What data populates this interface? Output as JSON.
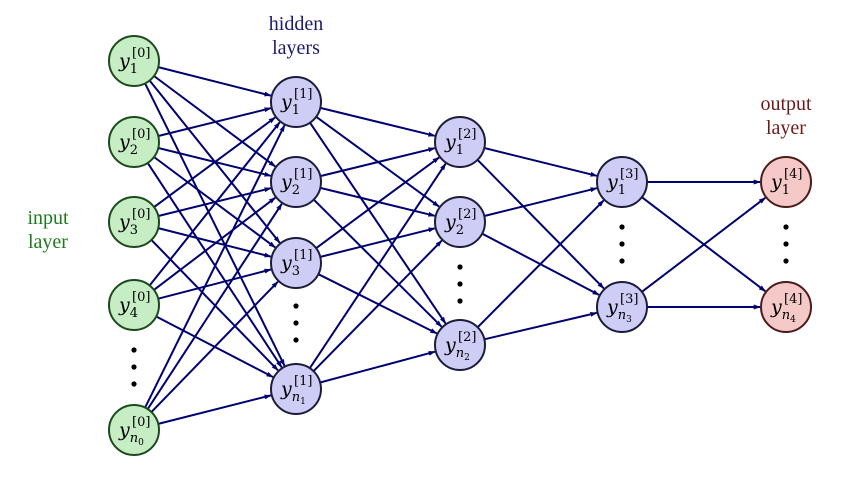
{
  "colors": {
    "edge": "#000070",
    "input_fill": "#c6edc4",
    "input_stroke": "#1d4a1d",
    "hidden_fill": "#cdcdf5",
    "hidden_stroke": "#1c1c3c",
    "output_fill": "#f6c9c9",
    "output_stroke": "#4a1c1c",
    "input_text": "#1f7a1f",
    "hidden_text": "#1a1a6e",
    "output_text": "#6e1a1a"
  },
  "labels": {
    "input": [
      "input",
      "layer"
    ],
    "hidden": [
      "hidden",
      "layers"
    ],
    "output": [
      "output",
      "layer"
    ]
  },
  "layers": [
    {
      "kind": "input",
      "sup": "[0]",
      "subs": [
        "1",
        "2",
        "3",
        "4",
        "n0"
      ]
    },
    {
      "kind": "hidden",
      "sup": "[1]",
      "subs": [
        "1",
        "2",
        "3",
        "n1"
      ]
    },
    {
      "kind": "hidden",
      "sup": "[2]",
      "subs": [
        "1",
        "2",
        "n2"
      ]
    },
    {
      "kind": "hidden",
      "sup": "[3]",
      "subs": [
        "1",
        "n3"
      ]
    },
    {
      "kind": "output",
      "sup": "[4]",
      "subs": [
        "1",
        "n4"
      ]
    }
  ]
}
